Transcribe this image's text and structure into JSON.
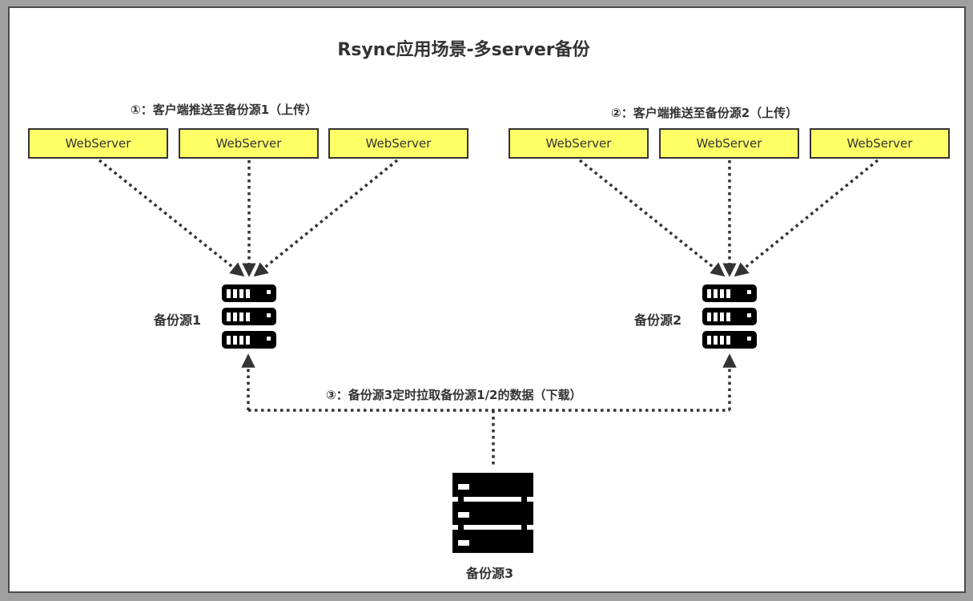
{
  "title": "Rsync应用场景-多server备份",
  "groups": [
    {
      "label": "①：客户端推送至备份源1（上传）",
      "servers": [
        "WebServer",
        "WebServer",
        "WebServer"
      ],
      "target_label": "备份源1"
    },
    {
      "label": "②：客户端推送至备份源2（上传）",
      "servers": [
        "WebServer",
        "WebServer",
        "WebServer"
      ],
      "target_label": "备份源2"
    }
  ],
  "pull": {
    "label": "③：备份源3定时拉取备份源1/2的数据（下载）",
    "source_label": "备份源3"
  },
  "colors": {
    "box_fill": "#ffff66",
    "line": "#333333",
    "icon": "#000000"
  }
}
